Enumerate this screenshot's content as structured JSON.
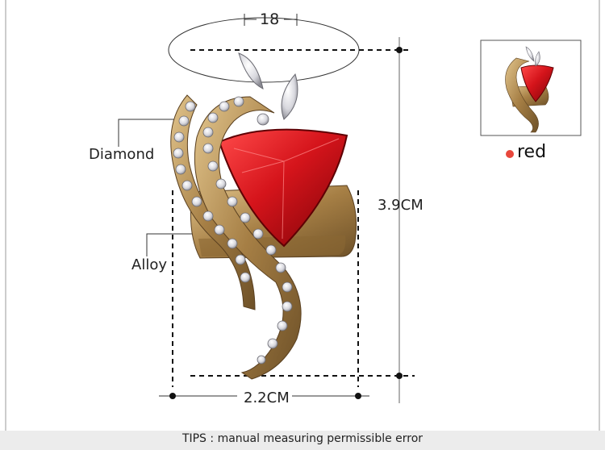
{
  "measurements": {
    "ring_size": "18",
    "height": "3.9CM",
    "width": "2.2CM"
  },
  "labels": {
    "diamond": "Diamond",
    "alloy": "Alloy"
  },
  "variant": {
    "color_name": "red",
    "swatch_color": "#e8473c"
  },
  "colors": {
    "gem_red": "#c4161c",
    "metal_gold": "#b8965a",
    "crystal": "#e8e8ec"
  },
  "footer": {
    "tips": "TIPS : manual measuring permissible error"
  }
}
